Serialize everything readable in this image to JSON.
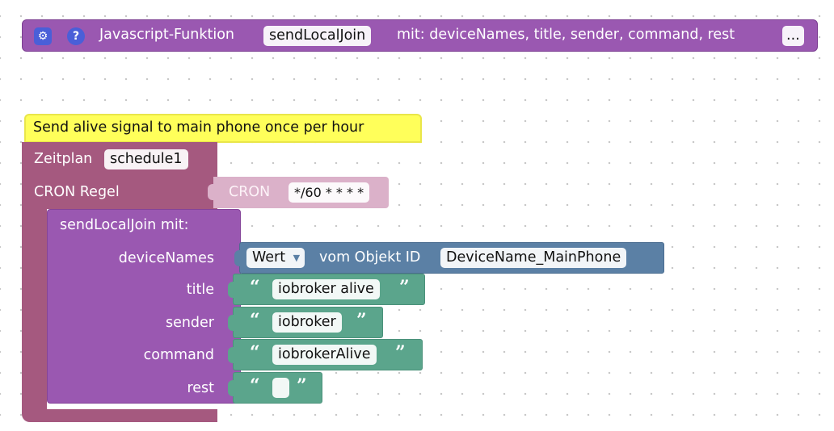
{
  "func_header": {
    "label": "Javascript-Funktion",
    "name": "sendLocalJoin",
    "params": "mit: deviceNames, title, sender, command, rest",
    "more": "...",
    "gear_icon": "gear-icon",
    "help_icon": "?"
  },
  "comment": "Send alive signal to main phone once per hour",
  "schedule": {
    "label": "Zeitplan",
    "name": "schedule1",
    "cron_label": "CRON Regel",
    "cron_block_label": "CRON",
    "cron_value": "*/60 * * * *"
  },
  "call": {
    "header": "sendLocalJoin  mit:",
    "args": [
      {
        "label": "deviceNames"
      },
      {
        "label": "title"
      },
      {
        "label": "sender"
      },
      {
        "label": "command"
      },
      {
        "label": "rest"
      }
    ]
  },
  "wert": {
    "dropdown": "Wert",
    "mid": "vom Objekt ID",
    "object_id": "DeviceName_MainPhone"
  },
  "strings": {
    "title": "iobroker alive",
    "sender": "iobroker",
    "command": "iobrokerAlive",
    "rest": ""
  },
  "quote_open": "“",
  "quote_close": "”",
  "colors": {
    "function": "#9a58b1",
    "schedule": "#a5597f",
    "text_block": "#5ba58c",
    "object_block": "#5b80a5",
    "comment": "#ffff5a"
  }
}
